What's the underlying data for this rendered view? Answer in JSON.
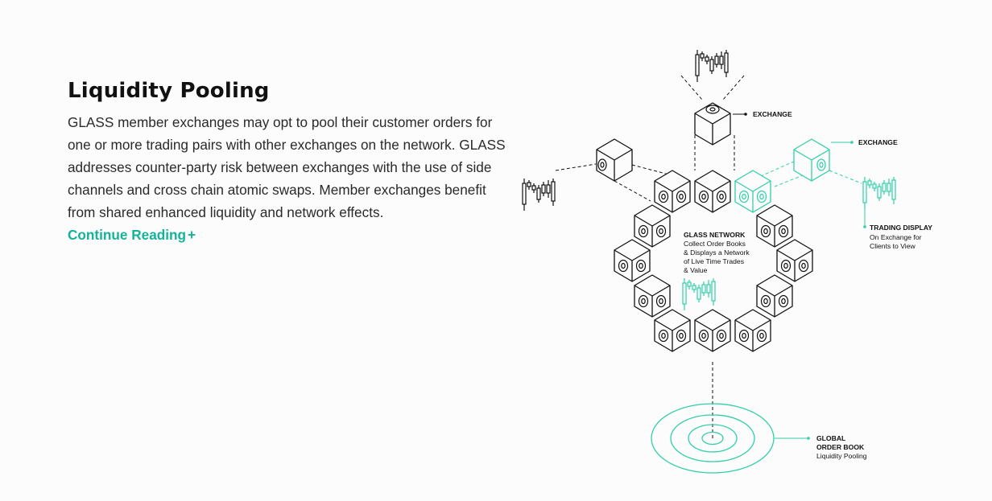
{
  "section": {
    "title": "Liquidity Pooling",
    "body": "GLASS member exchanges may opt to pool their customer orders for one or more trading pairs with other exchanges on the network. GLASS addresses counter-party risk between exchanges with the use of side channels and cross chain atomic swaps. Member exchanges benefit from shared enhanced liquidity and network effects. ",
    "cta_label": "Continue Reading",
    "cta_icon": "plus-icon"
  },
  "diagram": {
    "exchange_top_label": "EXCHANGE",
    "exchange_right_label": "EXCHANGE",
    "trading_display_title": "TRADING DISPLAY",
    "trading_display_line1": "On Exchange for",
    "trading_display_line2": "Clients to View",
    "network_title": "GLASS NETWORK",
    "network_line1": "Collect Order Books",
    "network_line2": "& Displays a Network",
    "network_line3": "of Live Time Trades",
    "network_line4": "& Value",
    "global_line1": "GLOBAL",
    "global_line2": "ORDER BOOK",
    "global_line3": "Liquidity Pooling"
  },
  "colors": {
    "accent": "#14b39a",
    "accent_light": "#2fd0a8",
    "ink": "#111111"
  }
}
